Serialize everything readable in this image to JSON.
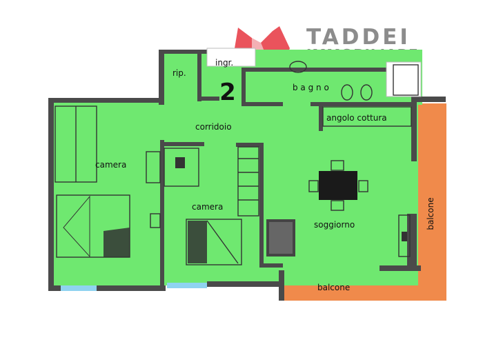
{
  "logo": {
    "name": "TADDEI",
    "subtitle": "IMMOBILIARE",
    "accent_color": "#e8404a",
    "text_color": "#8c8c8c"
  },
  "plan": {
    "unit_number": "2",
    "colors": {
      "interior": "#6fe870",
      "balcony": "#f08a4b",
      "walls": "#4a4a4a",
      "window": "#8fd3f0"
    },
    "rooms": [
      {
        "id": "rip",
        "label": "rip."
      },
      {
        "id": "ingr",
        "label": "ingr."
      },
      {
        "id": "bagno",
        "label": "b a g n o"
      },
      {
        "id": "corridoio",
        "label": "corridoio"
      },
      {
        "id": "angolo",
        "label": "angolo cottura"
      },
      {
        "id": "camera1",
        "label": "camera"
      },
      {
        "id": "camera2",
        "label": "camera"
      },
      {
        "id": "soggiorno",
        "label": "soggiorno"
      },
      {
        "id": "balcone_bottom",
        "label": "balcone"
      },
      {
        "id": "balcone_right",
        "label": "balcone"
      }
    ]
  }
}
